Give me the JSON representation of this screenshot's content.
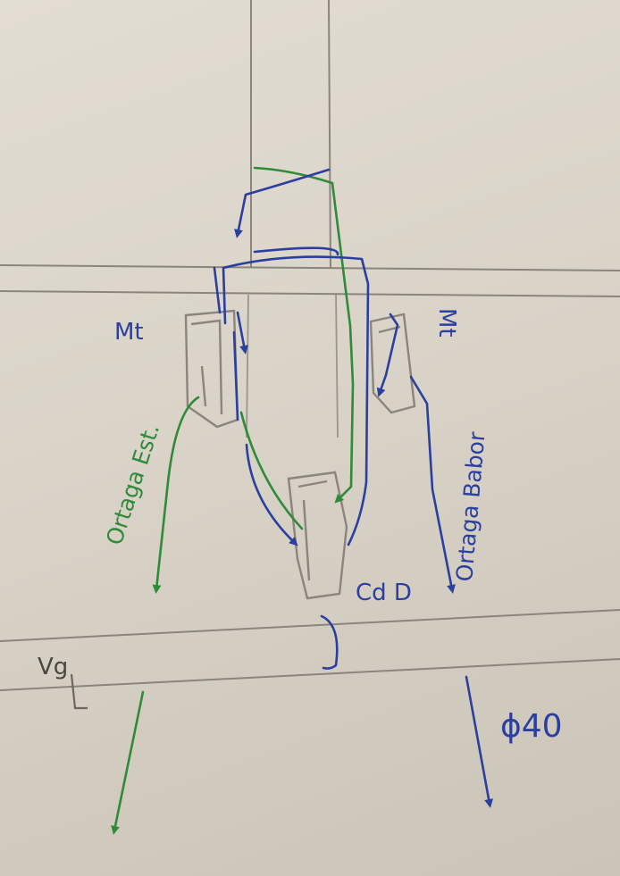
{
  "labels": {
    "mt_left": "Mt",
    "mt_right": "Mt",
    "cdd": "Cd D",
    "vg": "Vg",
    "diameter": "ϕ40",
    "ortaga_est": "Ortaga Est.",
    "ortaga_babor": "Ortaga Babor"
  },
  "colors": {
    "paper": "#ddd8ce",
    "pencil": "#8a857d",
    "green_ink": "#2f8a3a",
    "blue_ink": "#2b3f9e"
  }
}
